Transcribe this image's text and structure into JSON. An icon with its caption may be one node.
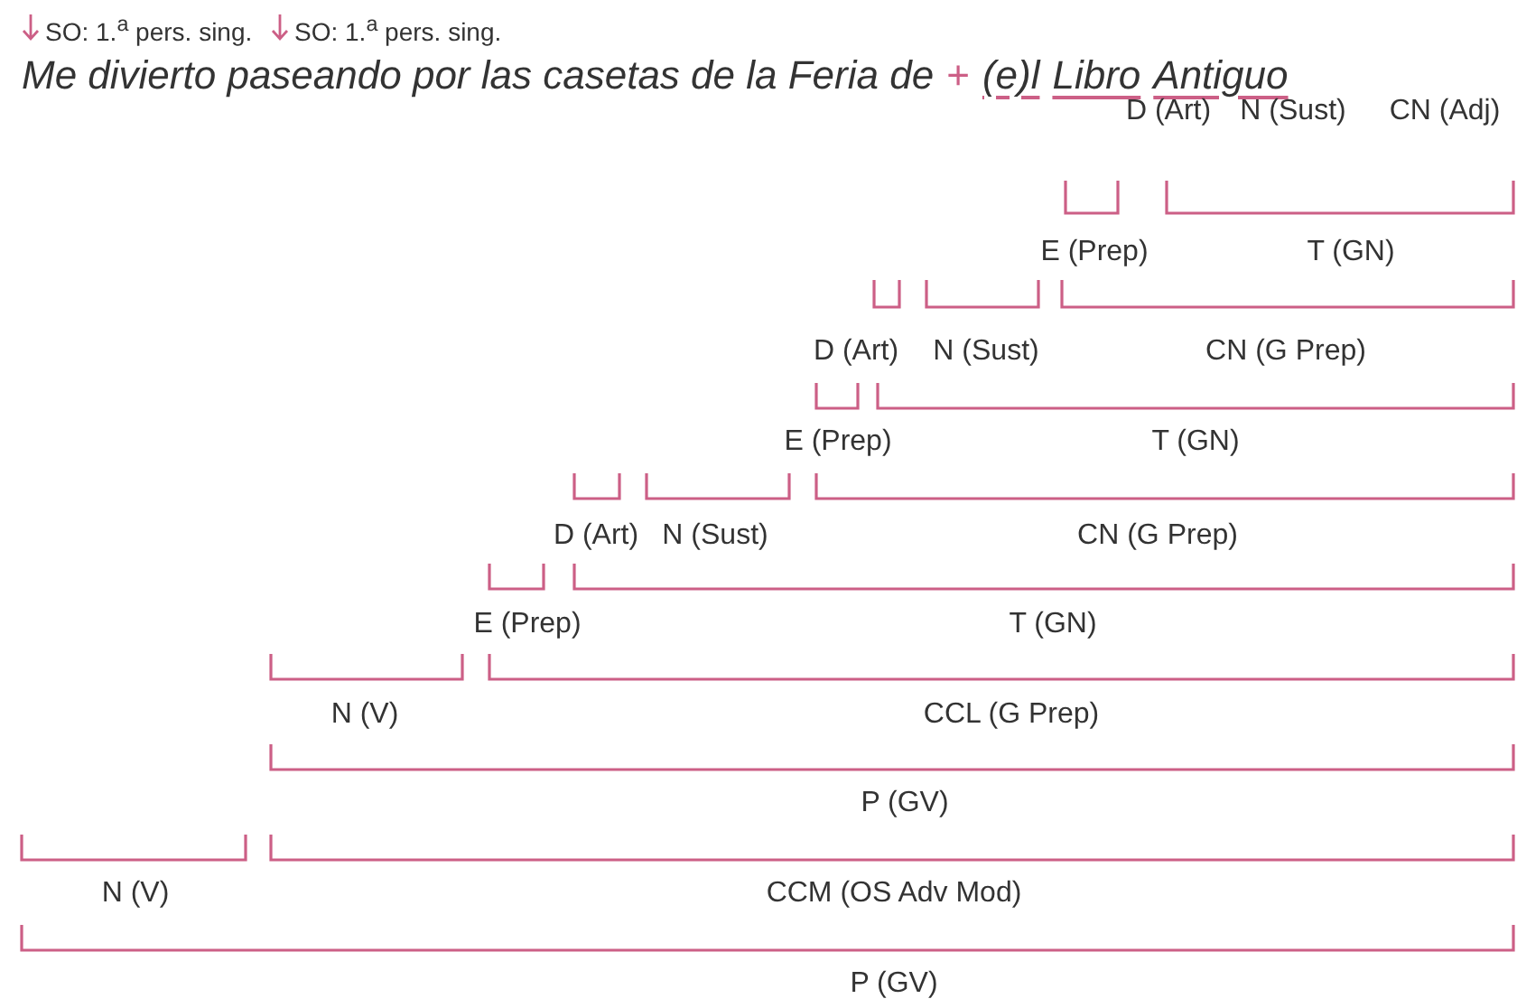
{
  "diagram": {
    "labels": [
      "SO: 1.$^{a}$ pers. sing.",
      "SO: 1.$^{a}$ pers. sing.",
      "Me divierto paseando por las casetas de la Feria de",
      "+",
      "(e)l",
      "Libro",
      "Antiguo",
      "D (Art)",
      "N (Sust)",
      "CN (Adj)",
      "E (Prep)",
      "T (GN)",
      "D (Art)",
      "N (Sust)",
      "CN (G Prep)",
      "E (Prep)",
      "T (GN)",
      "D (Art)",
      "N (Sust)",
      "CN (G Prep)",
      "E (Prep)",
      "T (GN)",
      "N (V)",
      "CCL (G Prep)",
      "P (GV)",
      "N (V)",
      "CCM (OS Adv Mod)",
      "P (GV)"
    ]
  }
}
